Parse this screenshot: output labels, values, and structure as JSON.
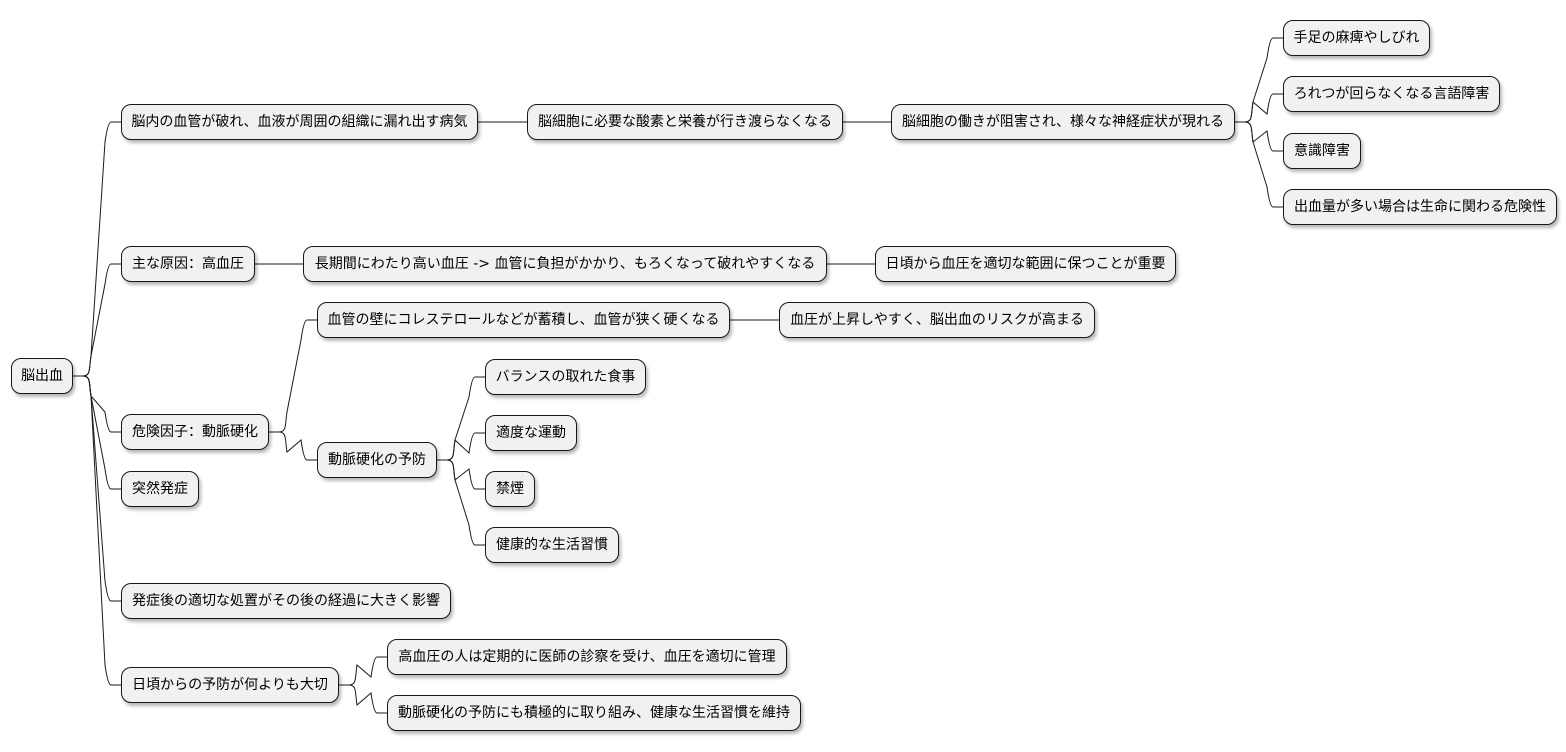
{
  "mindmap": {
    "root": "脳出血",
    "nodes": {
      "bleed": "脳内の血管が破れ、血液が周囲の組織に漏れ出す病気",
      "oxygen": "脳細胞に必要な酸素と栄養が行き渡らなくなる",
      "symptoms": "脳細胞の働きが阻害され、様々な神経症状が現れる",
      "paralysis": "手足の麻痺やしびれ",
      "speech": "ろれつが回らなくなる言語障害",
      "consciousness": "意識障害",
      "fatal": "出血量が多い場合は生命に関わる危険性",
      "cause": "主な原因：高血圧",
      "pressure": "長期間にわたり高い血圧 -> 血管に負担がかかり、もろくなって破れやすくなる",
      "keep_bp": "日頃から血圧を適切な範囲に保つことが重要",
      "risk": "危険因子：動脈硬化",
      "cholesterol": "血管の壁にコレステロールなどが蓄積し、血管が狭く硬くなる",
      "bp_rise": "血圧が上昇しやすく、脳出血のリスクが高まる",
      "prevent_ath": "動脈硬化の予防",
      "diet": "バランスの取れた食事",
      "exercise": "適度な運動",
      "smoking": "禁煙",
      "lifestyle": "健康的な生活習慣",
      "sudden": "突然発症",
      "treatment": "発症後の適切な処置がその後の経過に大きく影響",
      "daily_prevent": "日頃からの予防が何よりも大切",
      "checkup": "高血圧の人は定期的に医師の診察を受け、血圧を適切に管理",
      "active": "動脈硬化の予防にも積極的に取り組み、健康な生活習慣を維持"
    }
  }
}
